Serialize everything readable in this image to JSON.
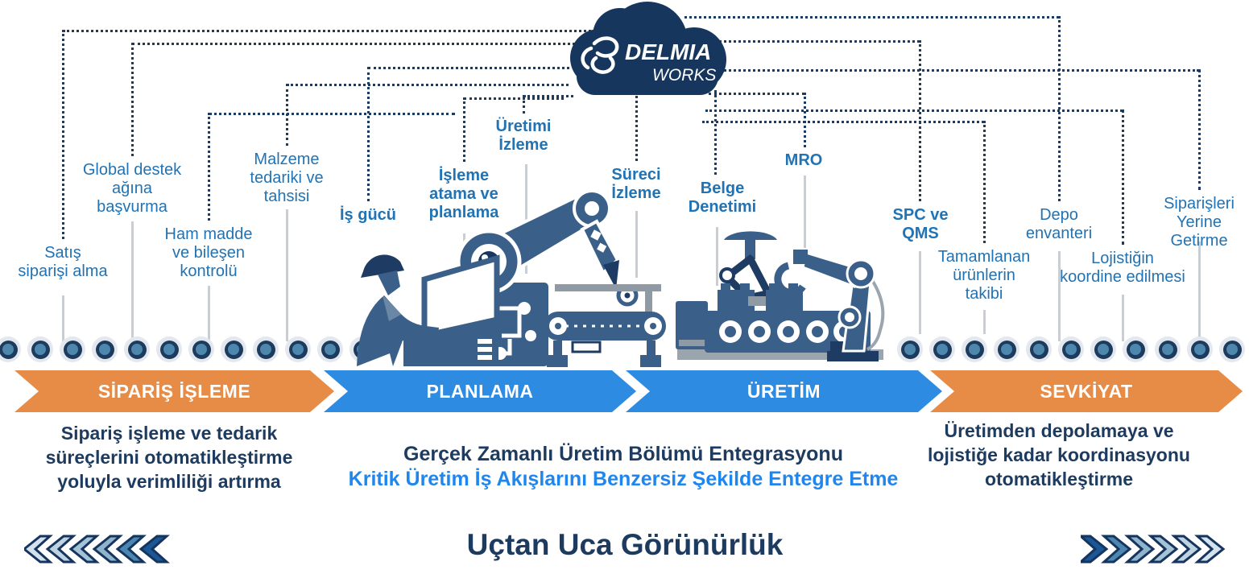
{
  "colors": {
    "navy": "#1d3a5f",
    "label_blue": "#2173b4",
    "bright_blue": "#1f86ee",
    "orange": "#e78c47",
    "process_blue": "#2e8be2",
    "bead_fill": "#4e87ac",
    "bead_halo": "#e3e8ee",
    "stub_gray": "#c9ced4",
    "illustration_steel": "#3a5f88",
    "illustration_dark": "#1e3c63",
    "chevron_shades_left": [
      "#d3e2ed",
      "#bfd2e2",
      "#a4c3d6",
      "#8fb4cc",
      "#4c87b1",
      "#1b5796"
    ],
    "chevron_shades_right": [
      "#1b5796",
      "#4c87b1",
      "#8fb4cc",
      "#a4c3d6",
      "#bfd2e2",
      "#d3e2ed"
    ]
  },
  "cloud": {
    "logo": "3S",
    "brand": "DELMIA",
    "sub": "WORKS"
  },
  "labels": [
    {
      "text": "Satış\nsiparişi alma"
    },
    {
      "text": "Global destek\nağına\nbaşvurma"
    },
    {
      "text": "Ham madde\nve bileşen\nkontrolü"
    },
    {
      "text": "Malzeme\ntedariki ve\ntahsisi"
    },
    {
      "text": "İş gücü"
    },
    {
      "text": "İşleme\natama ve\nplanlama"
    },
    {
      "text": "Üretimi\nİzleme"
    },
    {
      "text": "Süreci\nİzleme"
    },
    {
      "text": "Belge\nDenetimi"
    },
    {
      "text": "MRO"
    },
    {
      "text": "SPC ve\nQMS"
    },
    {
      "text": "Tamamlanan\nürünlerin\ntakibi"
    },
    {
      "text": "Depo\nenvanteri"
    },
    {
      "text": "Lojistiğin\nkoordine edilmesi"
    },
    {
      "text": "Siparişleri\nYerine Getirme"
    }
  ],
  "stages": [
    {
      "label": "SİPARİŞ İŞLEME",
      "color": "orange"
    },
    {
      "label": "PLANLAMA",
      "color": "blue"
    },
    {
      "label": "ÜRETİM",
      "color": "blue"
    },
    {
      "label": "SEVKİYAT",
      "color": "orange"
    }
  ],
  "descriptions": {
    "left": "Sipariş işleme ve tedarik\nsüreçlerini otomatikleştirme\nyoluyla verimliliği artırma",
    "center_line1": "Gerçek Zamanlı Üretim Bölümü Entegrasyonu",
    "center_line2": "Kritik Üretim İş Akışlarını Benzersiz Şekilde Entegre Etme",
    "right": "Üretimden depolamaya ve\nlojistiğe kadar koordinasyonu\notomatikleştirme"
  },
  "footer": {
    "title": "Uçtan Uca Görünürlük"
  }
}
